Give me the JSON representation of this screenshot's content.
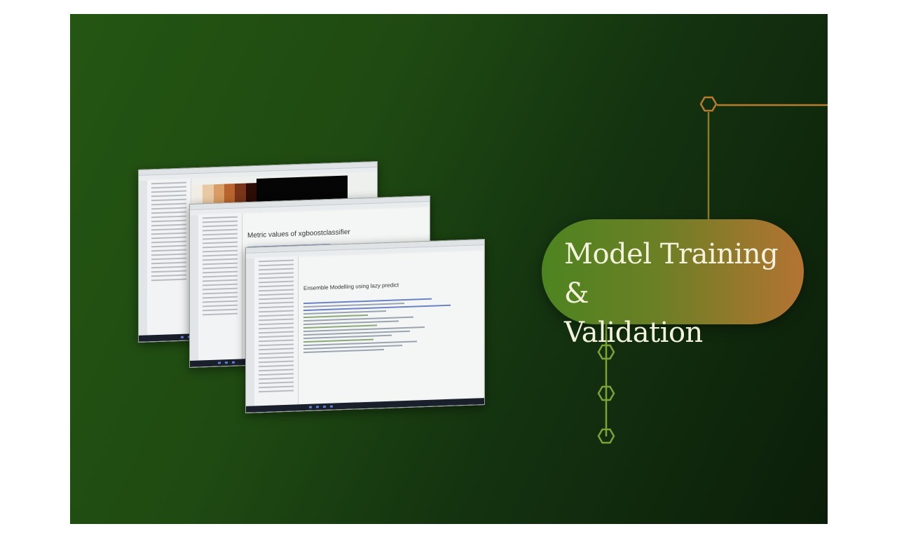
{
  "slide": {
    "title_line1": "Model Training &",
    "title_line2": "Validation"
  },
  "screenshots": {
    "back": {
      "heading": ""
    },
    "middle": {
      "heading": "Metric values of xgboostclassifier"
    },
    "front": {
      "heading": "Ensemble Modelling using lazy predict"
    }
  },
  "colors": {
    "background_start": "#245613",
    "background_end": "#0b1e09",
    "pill_start": "#4d8420",
    "pill_end": "#b47332",
    "connector_orange": "#b97b2d",
    "connector_olive": "#8a7a2e",
    "connector_green": "#7ea23a",
    "title_text": "#f3f2dc"
  },
  "icons": {
    "hexagon": "hexagon-node-icon"
  }
}
